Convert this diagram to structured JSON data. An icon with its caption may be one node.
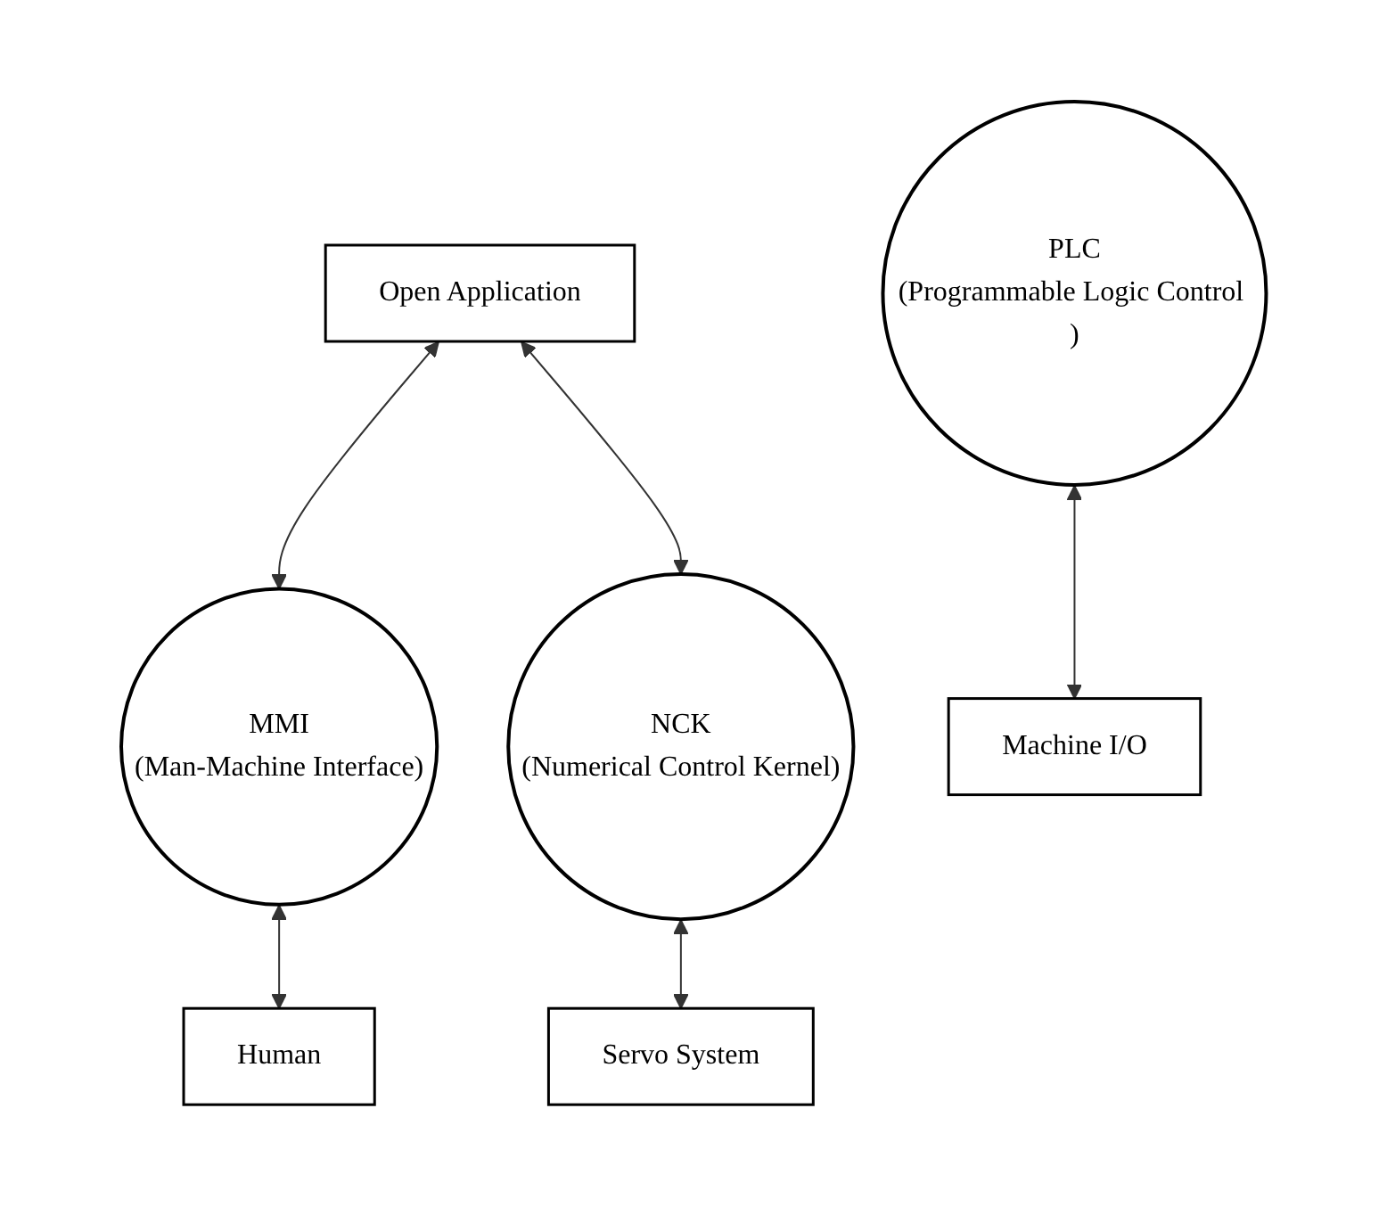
{
  "diagram": {
    "nodes": [
      {
        "text": [
          "Open Application"
        ]
      },
      {
        "text": [
          "MMI",
          "(Man-Machine Interface)"
        ]
      },
      {
        "text": [
          "Human"
        ]
      },
      {
        "text": [
          "NCK",
          "(Numerical Control Kernel)"
        ]
      },
      {
        "text": [
          "PLC",
          "(Programmable Logic Control )"
        ]
      },
      {
        "text": [
          "Servo System"
        ]
      },
      {
        "text": [
          "Machine I/O"
        ]
      }
    ],
    "edges": [
      {
        "from": 0,
        "to": 1,
        "arrow": "both"
      },
      {
        "from": 1,
        "to": 2,
        "arrow": "both"
      },
      {
        "from": 0,
        "to": 3,
        "arrow": "both"
      },
      {
        "from": 3,
        "to": 5,
        "arrow": "both"
      },
      {
        "from": 4,
        "to": 6,
        "arrow": "both"
      }
    ]
  }
}
